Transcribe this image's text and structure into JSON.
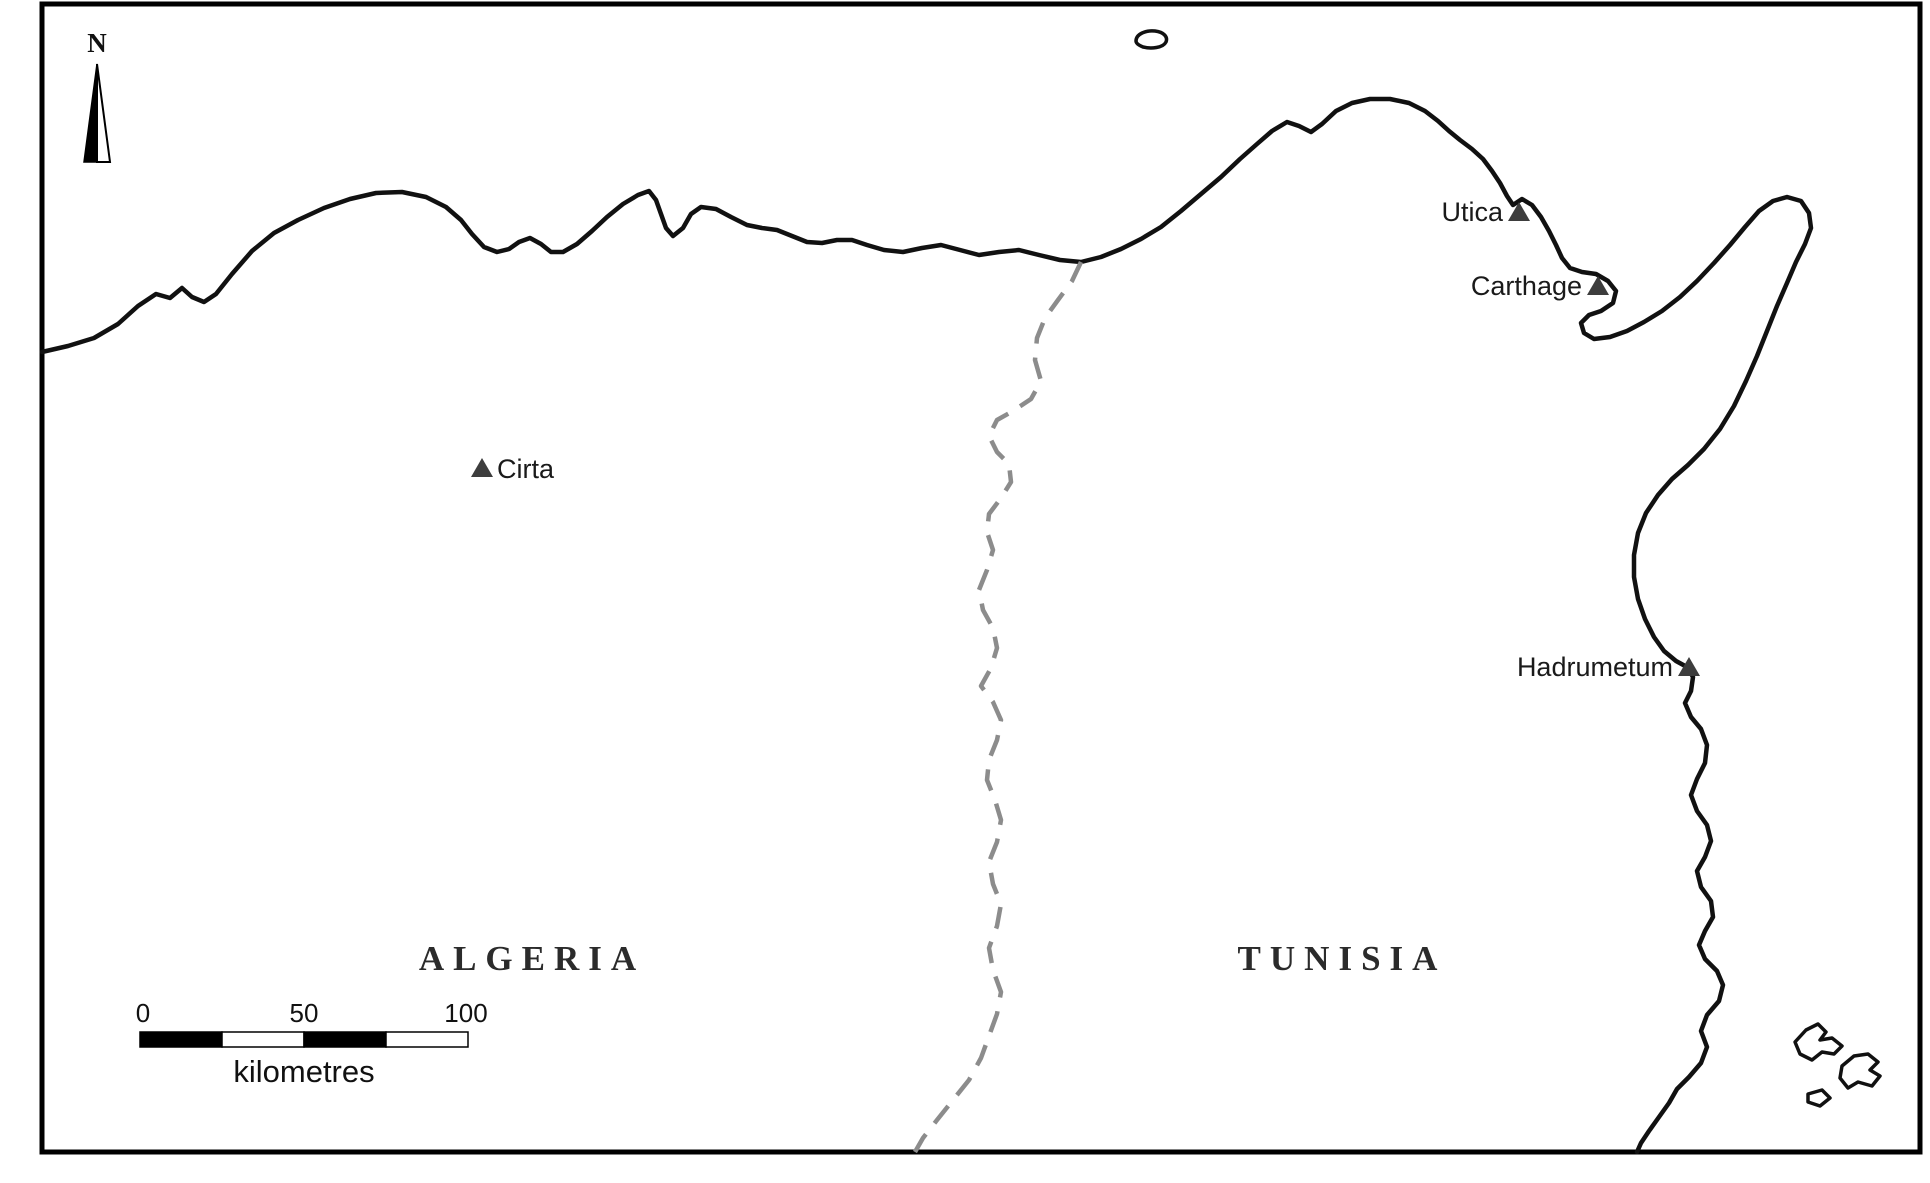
{
  "map": {
    "compass": {
      "label": "N"
    },
    "countries": [
      {
        "id": "algeria",
        "label": "ALGERIA"
      },
      {
        "id": "tunisia",
        "label": "TUNISIA"
      }
    ],
    "cities": [
      {
        "id": "cirta",
        "label": "Cirta",
        "marker": "triangle"
      },
      {
        "id": "utica",
        "label": "Utica",
        "marker": "triangle"
      },
      {
        "id": "carthage",
        "label": "Carthage",
        "marker": "triangle"
      },
      {
        "id": "hadrumetum",
        "label": "Hadrumetum",
        "marker": "triangle"
      }
    ],
    "scale_bar": {
      "ticks": [
        "0",
        "50",
        "100"
      ],
      "unit_label": "kilometres"
    },
    "colors": {
      "background": "#ffffff",
      "frame": "#000000",
      "coastline": "#111111",
      "border": "#8c8c8c",
      "marker": "#3d3d3d",
      "text": "#1a1a1a"
    }
  }
}
